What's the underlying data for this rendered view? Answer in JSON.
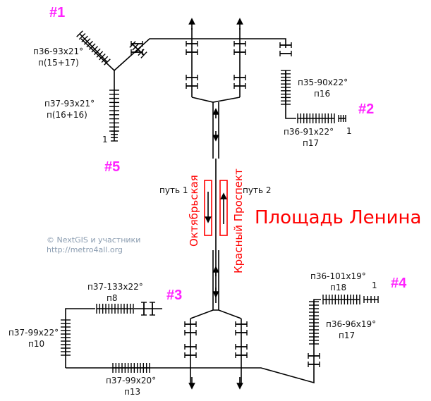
{
  "colors": {
    "exit_label": "#ff22ff",
    "station": "#ff0000",
    "platform": "#ff0000",
    "copyright": "#8a9cb0",
    "line": "#000000"
  },
  "station_name": "Площадь Ленина",
  "platforms": {
    "left": {
      "name": "Октябрьская",
      "track": "путь 1"
    },
    "right": {
      "name": "Красный Проспект",
      "track": "путь 2"
    }
  },
  "copyright": {
    "line1": "© NextGIS и участники",
    "line2": "http://metro4all.org"
  },
  "exits": {
    "e1": "#1",
    "e2": "#2",
    "e3": "#3",
    "e4": "#4",
    "e5": "#5"
  },
  "stairs": {
    "e1_top": {
      "spec": "п36-93x21°",
      "note": "п(15+17)"
    },
    "e5": {
      "spec": "п37-93x21°",
      "note": "п(16+16)",
      "end": "1"
    },
    "e2_upper": {
      "spec": "п35-90x22°",
      "note": "п16"
    },
    "e2_lower": {
      "spec": "п36-91x22°",
      "note": "п17",
      "end": "1"
    },
    "e3_top": {
      "spec": "п37-133x22°",
      "note": "п8"
    },
    "e3_left": {
      "spec": "п37-99x22°",
      "note": "п10"
    },
    "e3_bottom": {
      "spec": "п37-99x20°",
      "note": "п13"
    },
    "e4_top": {
      "spec": "п36-101x19°",
      "note": "п18",
      "end": "1"
    },
    "e4_side": {
      "spec": "п36-96x19°",
      "note": "п17"
    }
  }
}
